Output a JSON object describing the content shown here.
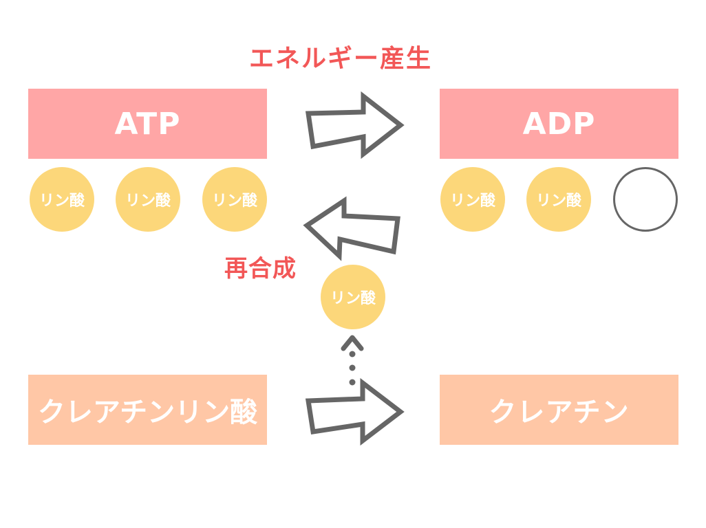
{
  "labels": {
    "energy": "エネルギー産生",
    "resynthesis": "再合成"
  },
  "boxes": {
    "atp": "ATP",
    "adp": "ADP",
    "creatine_phosphate": "クレアチンリン酸",
    "creatine": "クレアチン"
  },
  "phosphate_label": "リン酸",
  "atp_phosphates": [
    "リン酸",
    "リン酸",
    "リン酸"
  ],
  "adp_phosphates": [
    "リン酸",
    "リン酸",
    ""
  ],
  "free_phosphate": "リン酸",
  "colors": {
    "label_red": "#f25757",
    "atp_pink": "#ffa6a6",
    "creatine_peach": "#ffc7a6",
    "phosphate_yellow": "#fcd77a",
    "arrow_gray": "#666666"
  },
  "icons": [
    "arrow-right-icon",
    "arrow-left-icon",
    "dotted-arrow-up-icon"
  ]
}
